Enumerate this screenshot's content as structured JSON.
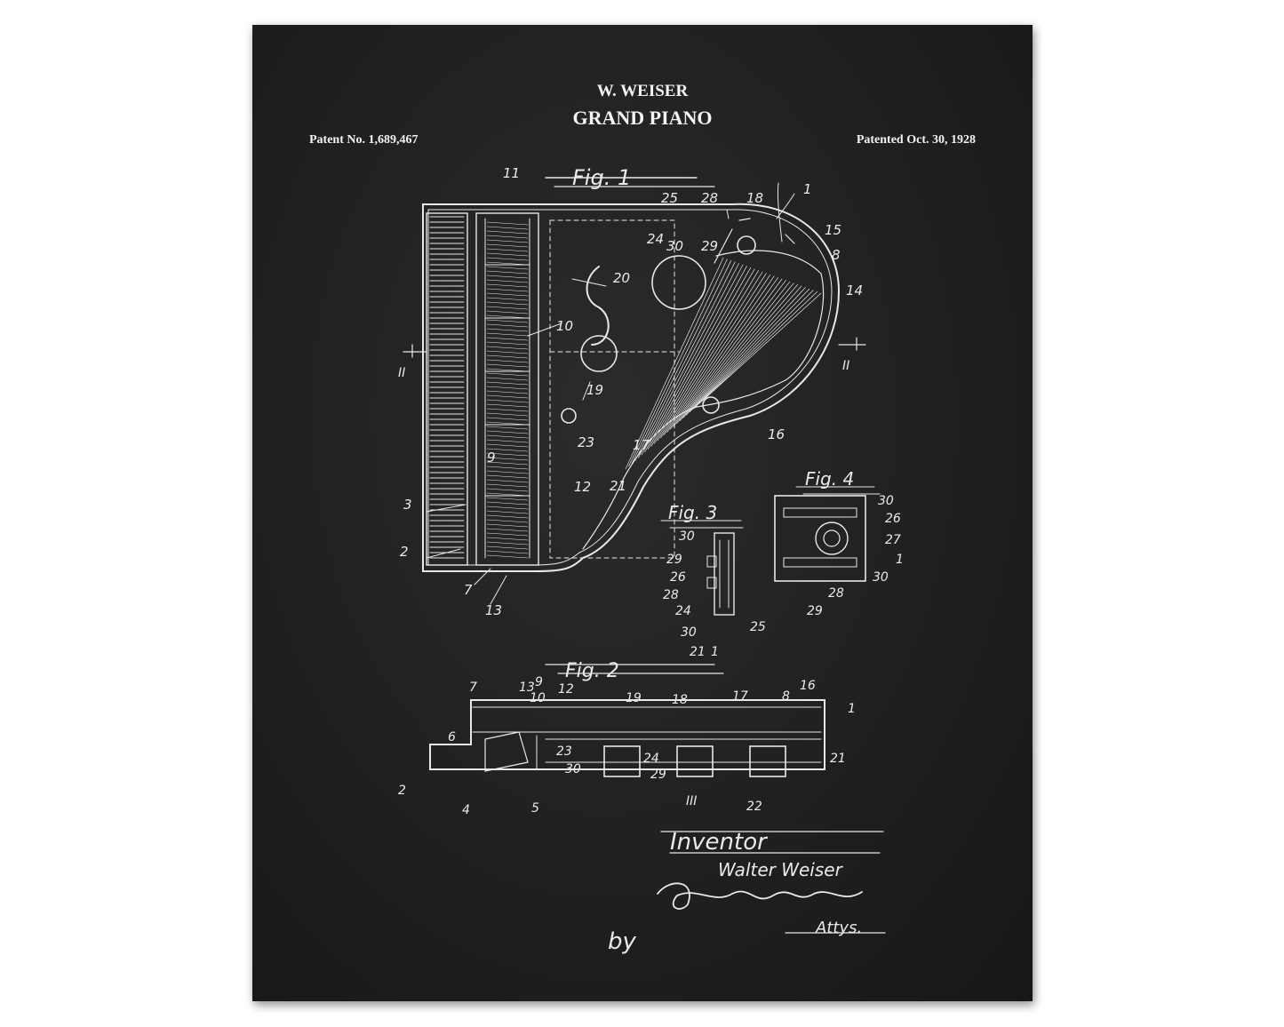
{
  "document": {
    "inventor_header": "W. WEISER",
    "title": "GRAND PIANO",
    "patent_number": "Patent No. 1,689,467",
    "patent_date": "Patented Oct. 30, 1928"
  },
  "figures": {
    "fig1_label": "Fig. 1",
    "fig2_label": "Fig. 2",
    "fig3_label": "Fig. 3",
    "fig4_label": "Fig. 4",
    "section_mark": "II",
    "section_mark_3": "III"
  },
  "signature": {
    "inventor_label": "Inventor",
    "inventor_name": "Walter Weiser",
    "by": "by",
    "attorneys": "Attys."
  },
  "colors": {
    "background": "#ffffff",
    "poster": "#1f1f1f",
    "ink": "#eaeaea"
  }
}
